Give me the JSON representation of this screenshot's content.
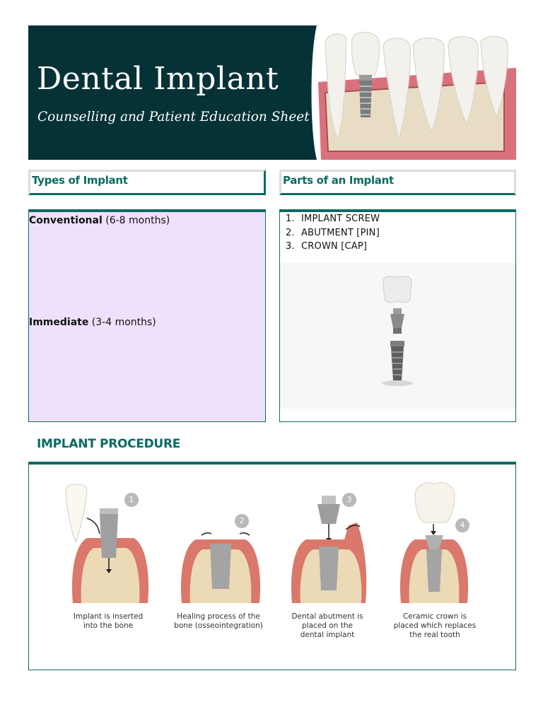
{
  "header": {
    "title": "Dental Implant",
    "subtitle": "Counselling and Patient Education Sheet"
  },
  "types": {
    "heading": "Types of Implant",
    "items": [
      {
        "name": "Conventional",
        "duration": "(6-8 months)"
      },
      {
        "name": "Immediate",
        "duration": "(3-4 months)"
      }
    ]
  },
  "parts": {
    "heading": "Parts of an Implant",
    "items": [
      {
        "num": "1.",
        "label": "IMPLANT SCREW"
      },
      {
        "num": "2.",
        "label": "ABUTMENT [PIN]"
      },
      {
        "num": "3.",
        "label": "CROWN [CAP]"
      }
    ]
  },
  "procedure": {
    "heading": "IMPLANT PROCEDURE",
    "steps": [
      {
        "badge": "1",
        "caption_1": "Implant is inserted",
        "caption_2": "into the bone",
        "caption_3": ""
      },
      {
        "badge": "2",
        "caption_1": "Healing process of the",
        "caption_2": "bone (osseointegration)",
        "caption_3": ""
      },
      {
        "badge": "3",
        "caption_1": "Dental abutment is",
        "caption_2": "placed on the",
        "caption_3": "dental implant"
      },
      {
        "badge": "4",
        "caption_1": "Ceramic crown is",
        "caption_2": "placed which replaces",
        "caption_3": "the real tooth"
      }
    ]
  },
  "colors": {
    "banner": "#053236",
    "accent": "#0b6b62",
    "types_panel_bg": "#efe1fd",
    "gum": "#d9786b",
    "bone": "#ecd9b5"
  }
}
